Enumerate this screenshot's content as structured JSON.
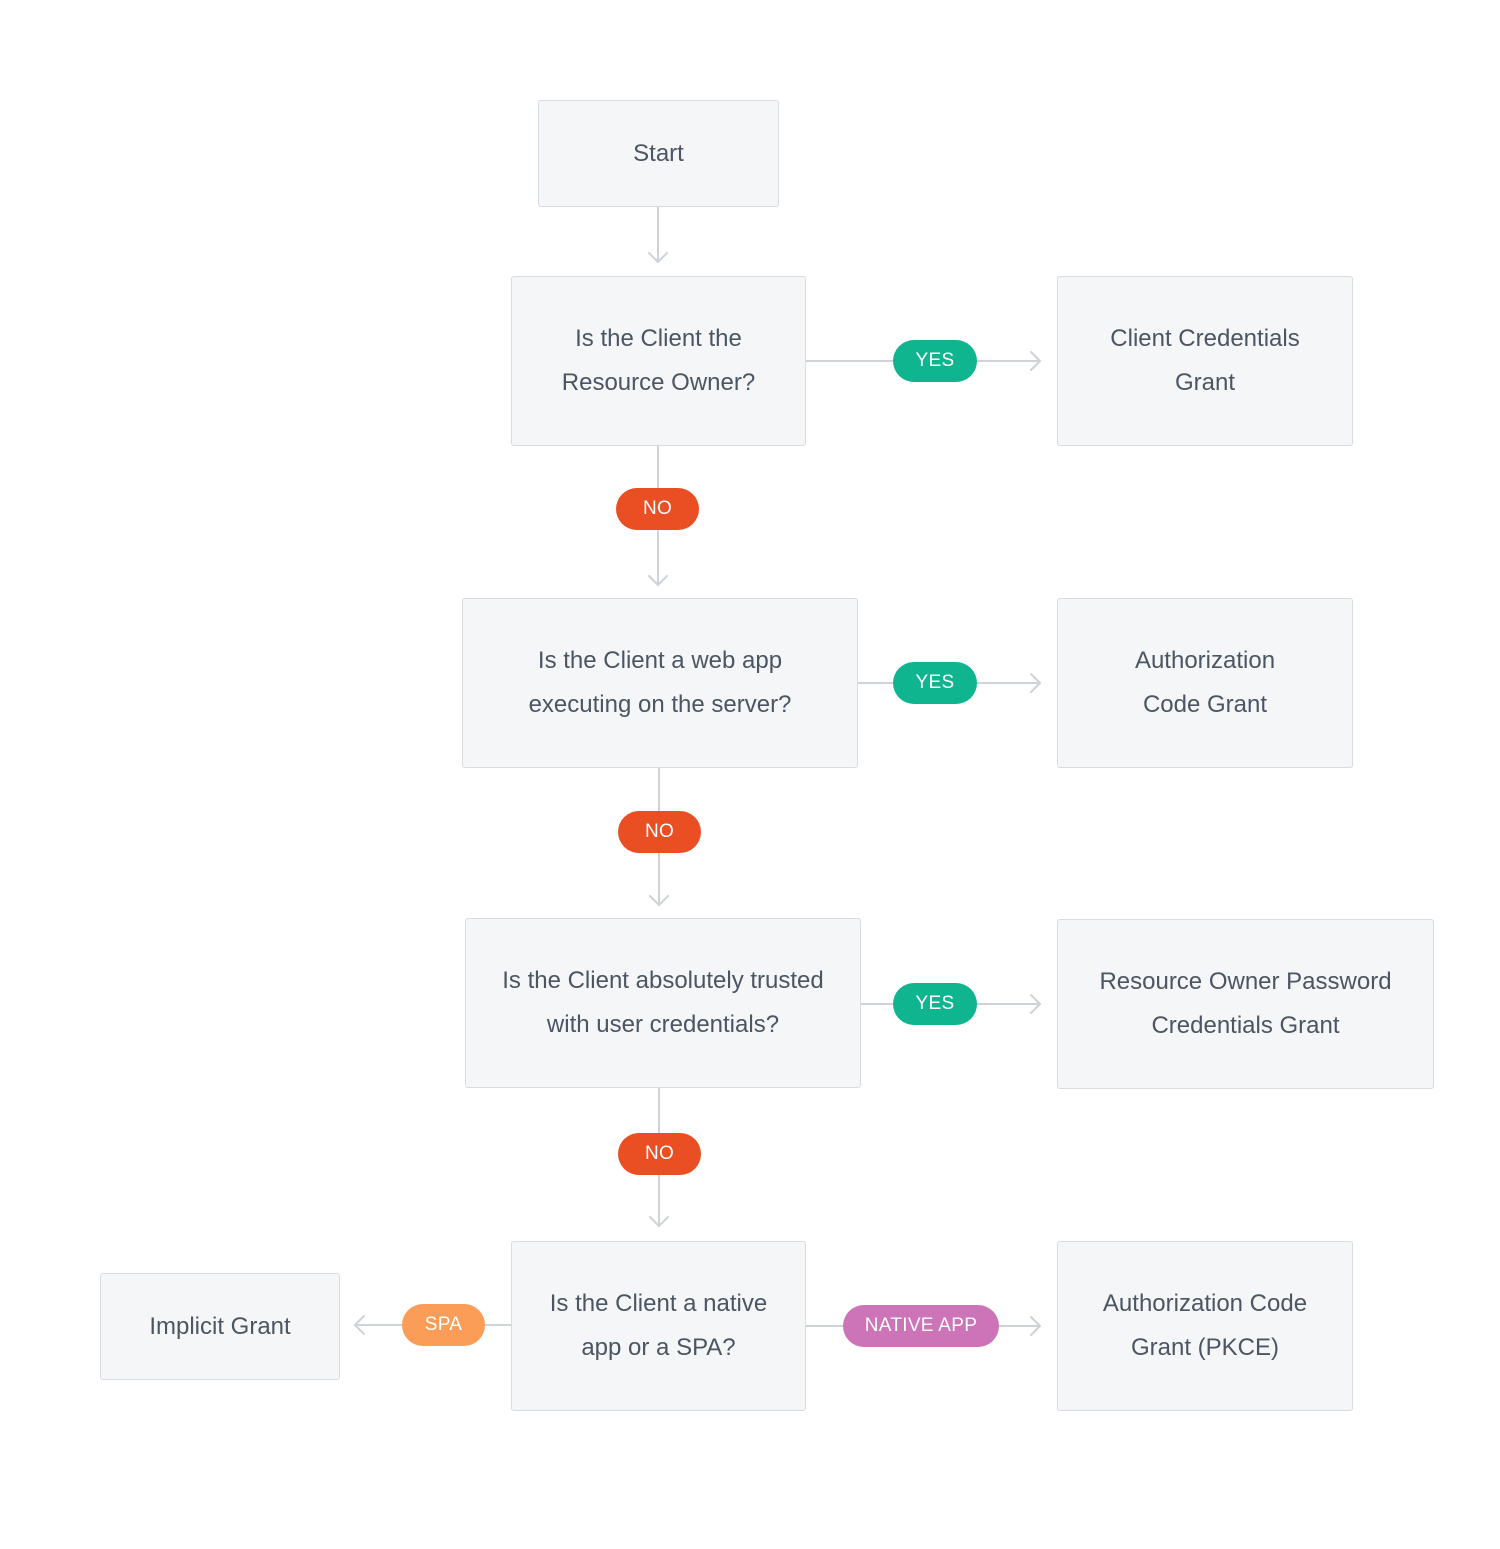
{
  "nodes": {
    "start": "Start",
    "q1": {
      "line1": "Is the Client the",
      "line2": "Resource Owner?"
    },
    "client_credentials": {
      "line1": "Client Credentials",
      "line2": "Grant"
    },
    "q2": {
      "line1": "Is the Client a web app",
      "line2": "executing on the server?"
    },
    "auth_code": {
      "line1": "Authorization",
      "line2": "Code Grant"
    },
    "q3": {
      "line1": "Is the Client absolutely trusted",
      "line2": "with user credentials?"
    },
    "ropc": {
      "line1": "Resource Owner Password",
      "line2": "Credentials Grant"
    },
    "q4": {
      "line1": "Is the Client a native",
      "line2": "app or a SPA?"
    },
    "implicit": "Implicit Grant",
    "pkce": {
      "line1": "Authorization Code",
      "line2": "Grant (PKCE)"
    }
  },
  "labels": {
    "yes": "YES",
    "no": "NO",
    "spa": "SPA",
    "native": "NATIVE APP"
  },
  "colors": {
    "node_fill": "#f5f6f8",
    "node_border": "#d8dbe0",
    "node_text": "#4b5563",
    "connector": "#cfd2d7",
    "yes": "#0fb58f",
    "no": "#ea4f24",
    "spa": "#fb9d57",
    "native": "#cd73b8"
  }
}
